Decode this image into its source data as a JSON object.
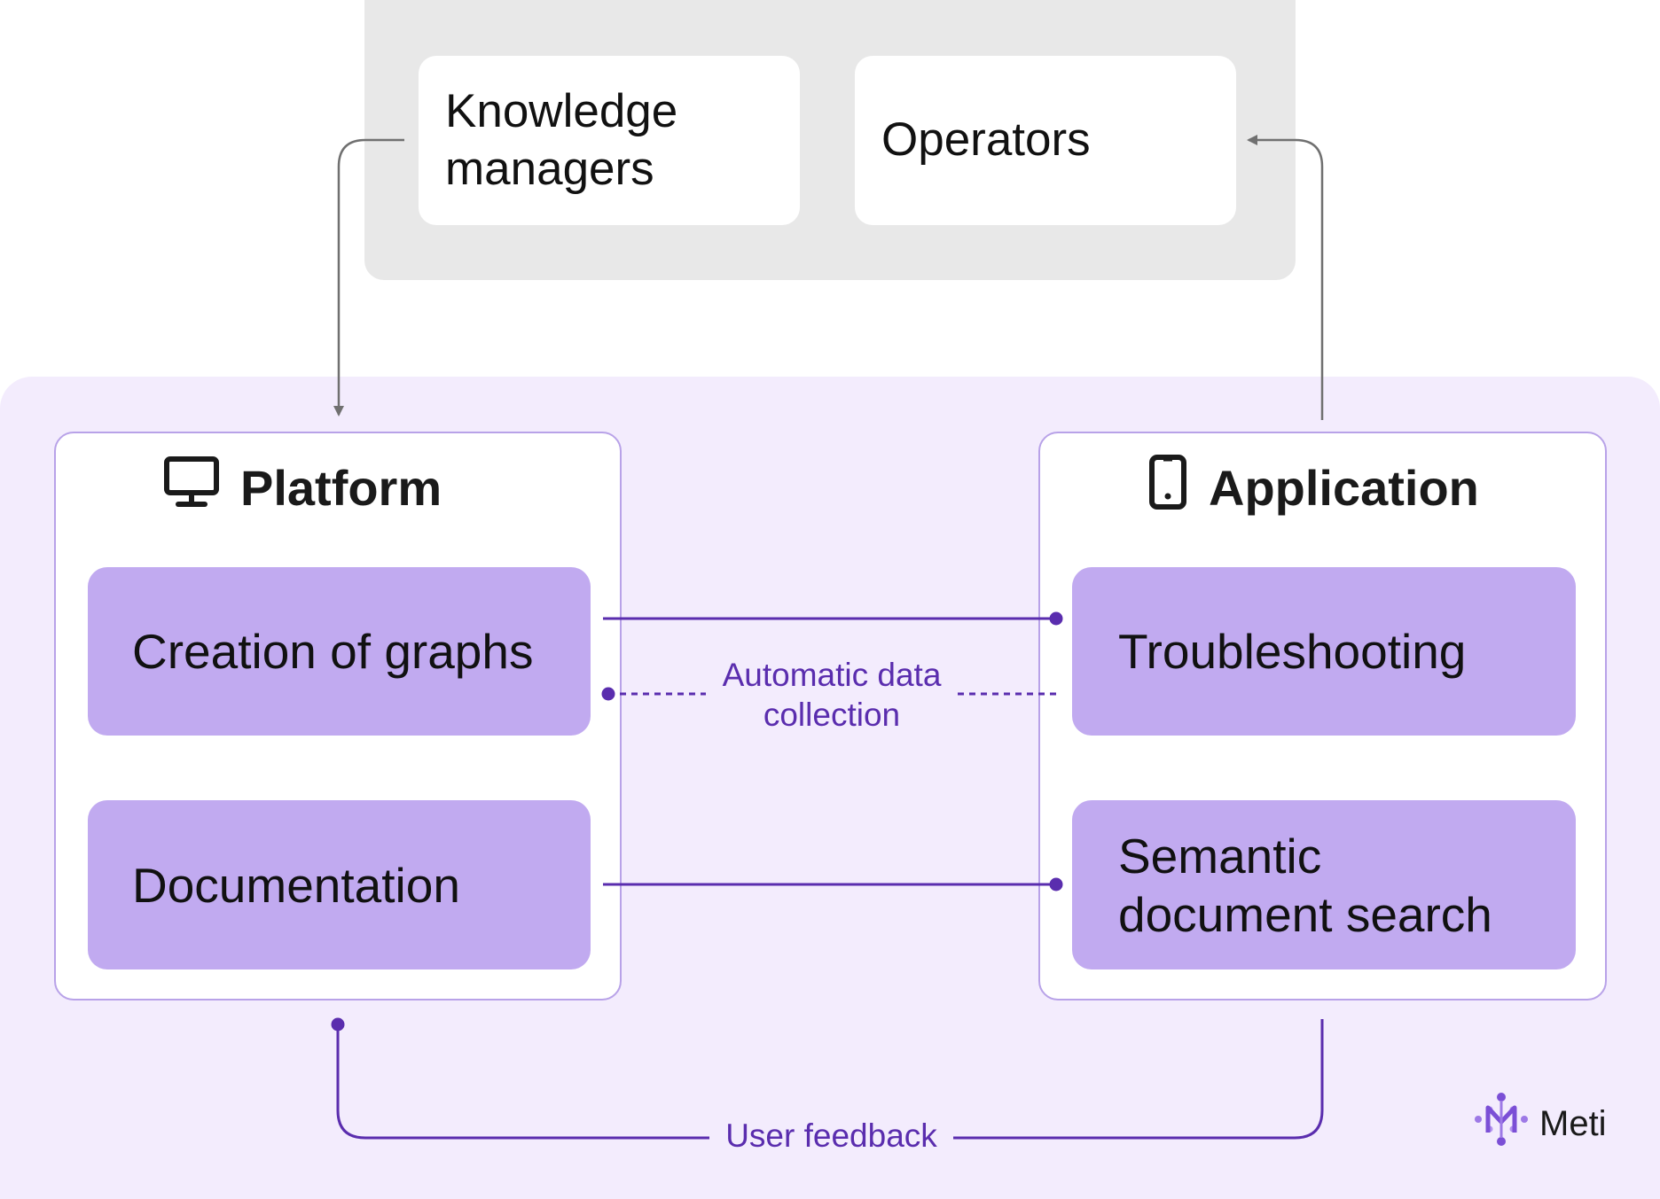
{
  "users": {
    "knowledge_managers": "Knowledge\nmanagers",
    "operators": "Operators"
  },
  "platform": {
    "title": "Platform",
    "icon": "monitor-icon",
    "features": [
      "Creation of graphs",
      "Documentation"
    ]
  },
  "application": {
    "title": "Application",
    "icon": "smartphone-icon",
    "features": [
      "Troubleshooting",
      "Semantic\ndocument search"
    ]
  },
  "flows": {
    "automatic_data_collection": "Automatic data\ncollection",
    "user_feedback": "User feedback"
  },
  "brand": {
    "name": "Meti",
    "icon": "meti-logo-icon"
  },
  "colors": {
    "users_panel": "#e8e8e8",
    "system_background": "#f3ecfd",
    "box_border": "#b8a2e8",
    "feature_fill": "#c1aaf0",
    "connector": "#5a2dae",
    "arrow_gray": "#707070"
  }
}
